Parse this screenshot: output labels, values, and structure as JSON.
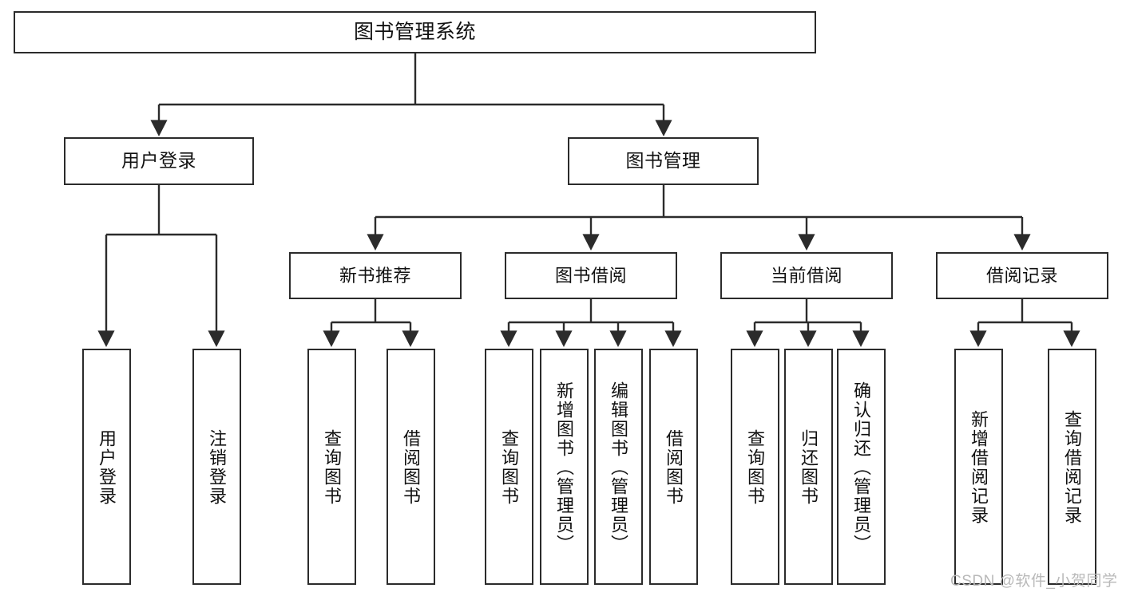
{
  "diagram": {
    "title": "图书管理系统",
    "type": "tree-hierarchy-chart",
    "orientation": "top-down",
    "line_color": "#2b2b2b",
    "box_fill": "#ffffff",
    "text_color": "#111111",
    "watermark": "CSDN @软件_小贺同学"
  },
  "nodes": {
    "root": {
      "label": "图书管理系统"
    },
    "level1": [
      {
        "label": "用户登录"
      },
      {
        "label": "图书管理"
      }
    ],
    "level2": [
      {
        "label": "新书推荐"
      },
      {
        "label": "图书借阅"
      },
      {
        "label": "当前借阅"
      },
      {
        "label": "借阅记录"
      }
    ],
    "leaves_user_login": [
      {
        "label": "用户登录"
      },
      {
        "label": "注销登录"
      }
    ],
    "leaves_new_book": [
      {
        "label": "查询图书"
      },
      {
        "label": "借阅图书"
      }
    ],
    "leaves_borrow": [
      {
        "label": "查询图书"
      },
      {
        "label": "新增图书（管理员）"
      },
      {
        "label": "编辑图书（管理员）"
      },
      {
        "label": "借阅图书"
      }
    ],
    "leaves_current": [
      {
        "label": "查询图书"
      },
      {
        "label": "归还图书"
      },
      {
        "label": "确认归还（管理员）"
      }
    ],
    "leaves_records": [
      {
        "label": "新增借阅记录"
      },
      {
        "label": "查询借阅记录"
      }
    ]
  }
}
